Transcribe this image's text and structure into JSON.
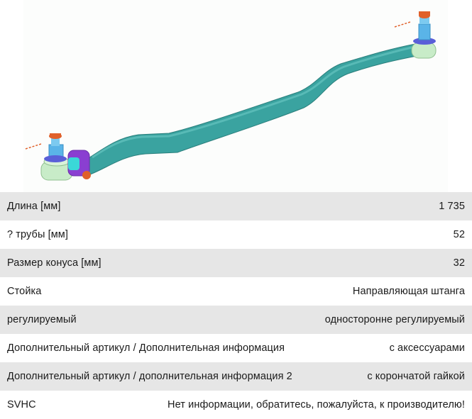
{
  "product": {
    "image_alt": "tie-rod-3d-render"
  },
  "specs": [
    {
      "label": "Длина [мм]",
      "value": "1 735"
    },
    {
      "label": "? трубы [мм]",
      "value": "52"
    },
    {
      "label": "Размер конуса [мм]",
      "value": "32"
    },
    {
      "label": "Стойка",
      "value": "Направляющая штанга"
    },
    {
      "label": "регулируемый",
      "value": "односторонне регулируемый"
    },
    {
      "label": "Дополнительный артикул / Дополнительная информация",
      "value": "с аксессуарами"
    },
    {
      "label": "Дополнительный артикул / дополнительная информация 2",
      "value": "с корончатой гайкой"
    },
    {
      "label": "SVHC",
      "value": "Нет информации, обратитесь, пожалуйста, к производителю!"
    }
  ],
  "colors": {
    "row_alt": "#e6e6e6",
    "row_plain": "#ffffff",
    "rod": "#3aa3a0",
    "joint_housing": "#c8ecc8",
    "nut": "#e0602a",
    "clamp": "#8a3fd1",
    "boot": "#5a5fd8"
  }
}
